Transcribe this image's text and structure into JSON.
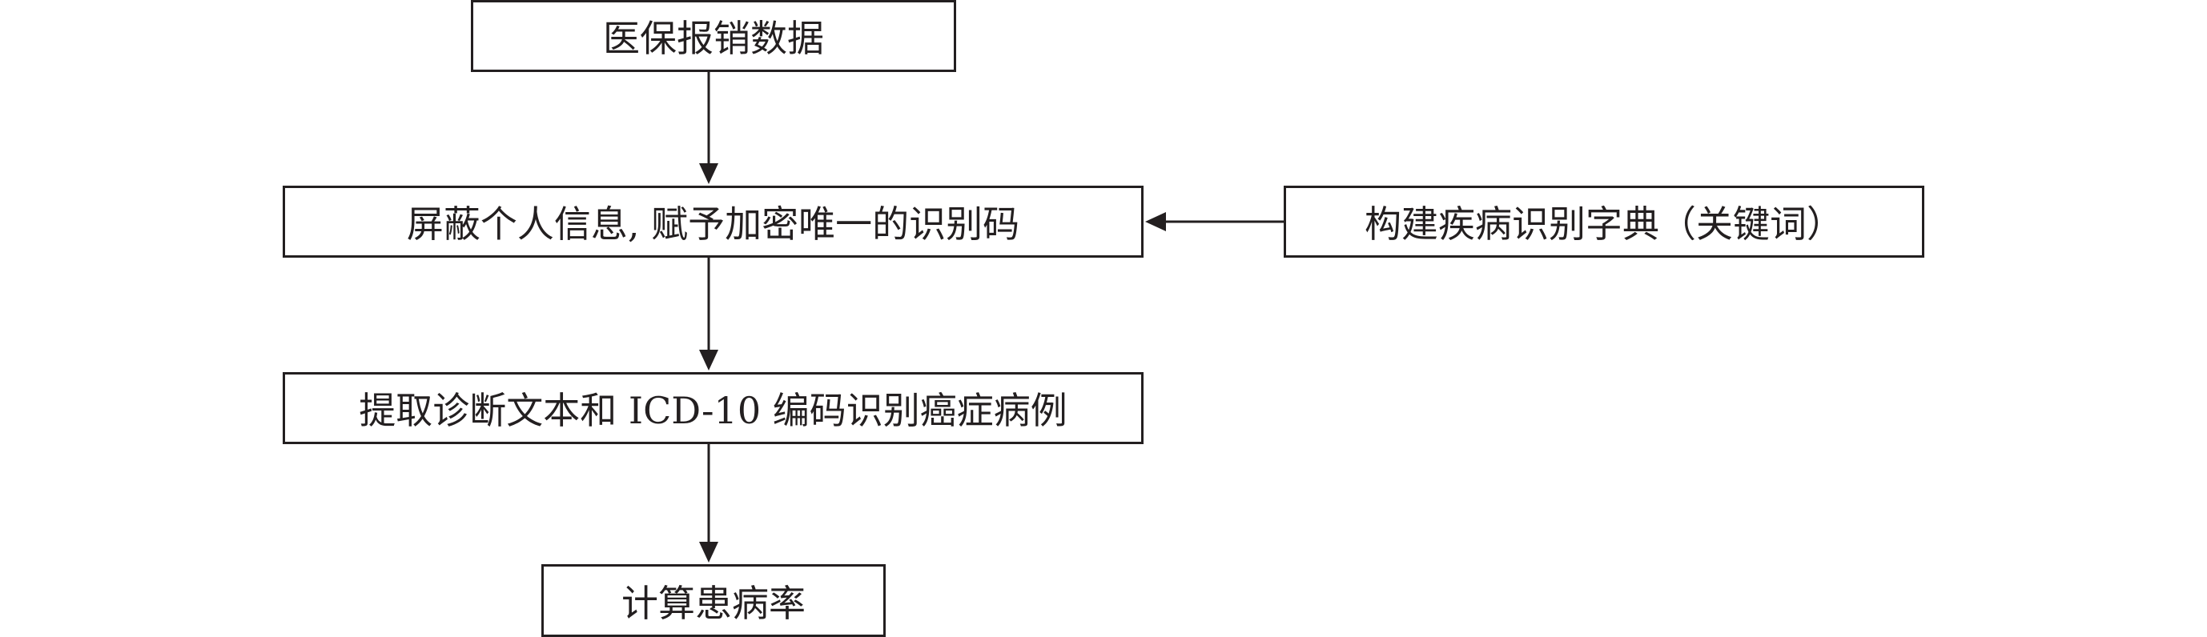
{
  "diagram": {
    "nodes": [
      {
        "id": "source",
        "label": "医保报销数据"
      },
      {
        "id": "mask",
        "label": "屏蔽个人信息, 赋予加密唯一的识别码"
      },
      {
        "id": "dict",
        "label": "构建疾病识别字典（关键词）"
      },
      {
        "id": "extract",
        "label": "提取诊断文本和 ICD-10 编码识别癌症病例"
      },
      {
        "id": "rate",
        "label": "计算患病率"
      }
    ],
    "edges": [
      {
        "from": "source",
        "to": "mask"
      },
      {
        "from": "dict",
        "to": "mask"
      },
      {
        "from": "mask",
        "to": "extract"
      },
      {
        "from": "extract",
        "to": "rate"
      }
    ],
    "colors": {
      "stroke": "#231f20",
      "text": "#231f20"
    }
  }
}
